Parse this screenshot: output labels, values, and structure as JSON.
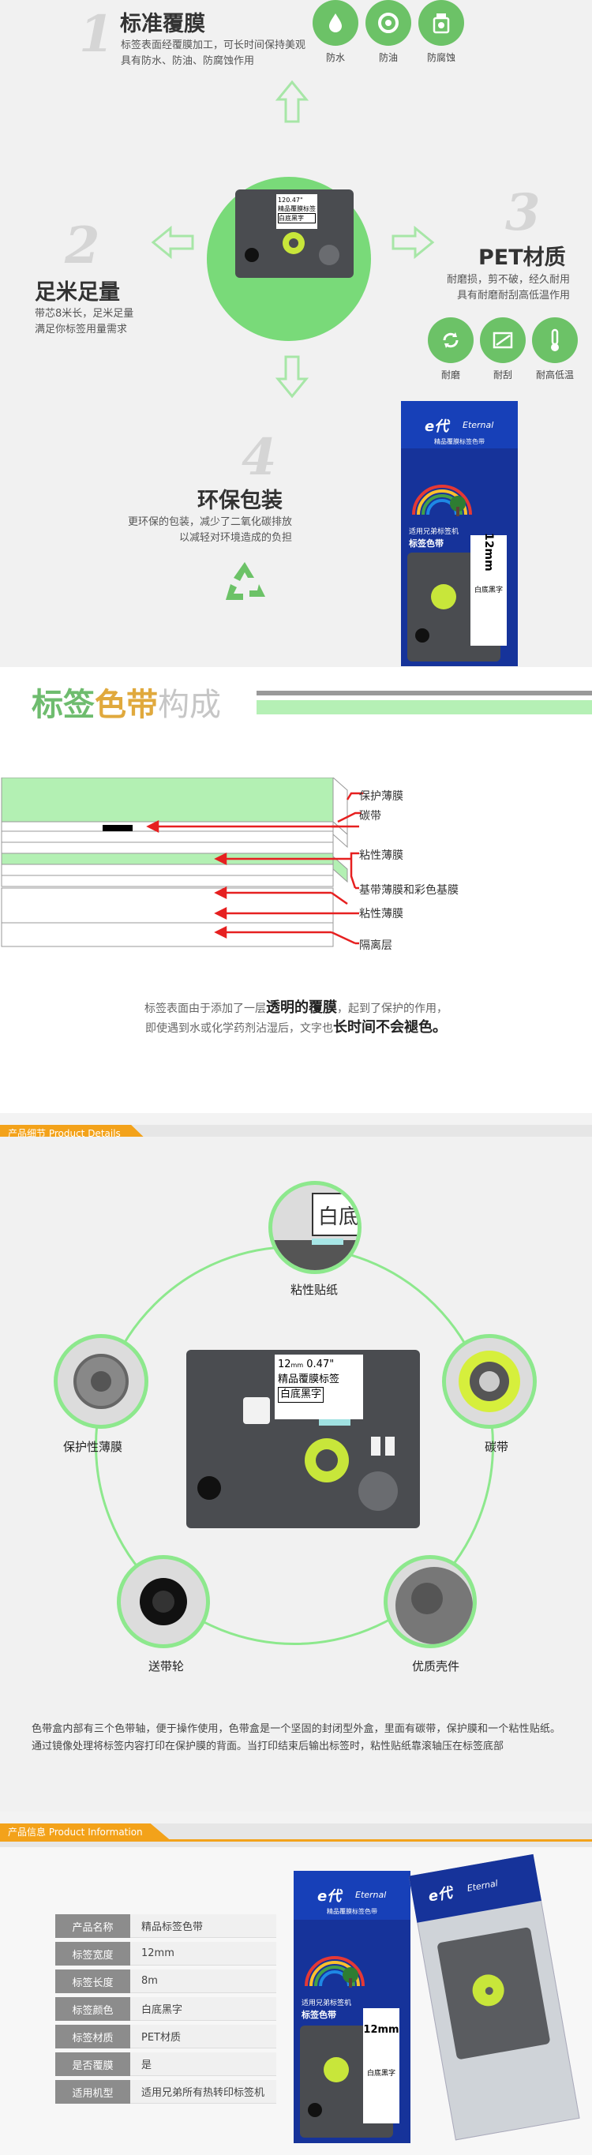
{
  "features": {
    "f1": {
      "num": "1",
      "title": "标准覆膜",
      "desc": [
        "标签表面经覆膜加工，可长时间保持美观",
        "具有防水、防油、防腐蚀作用"
      ]
    },
    "f2": {
      "num": "2",
      "title": "足米足量",
      "desc": [
        "带芯8米长，足米足量",
        "满足你标签用量需求"
      ]
    },
    "f3": {
      "num": "3",
      "title": "PET材质",
      "desc": [
        "耐磨损，剪不破，经久耐用",
        "具有耐磨耐刮高低温作用"
      ]
    },
    "f4": {
      "num": "4",
      "title": "环保包装",
      "desc": [
        "更环保的包装，减少了二氧化碳排放",
        "以减轻对环境造成的负担"
      ]
    }
  },
  "badges_top": [
    "防水",
    "防油",
    "防腐蚀"
  ],
  "badges_right": [
    "耐磨",
    "耐刮",
    "耐高低温"
  ],
  "cassette": {
    "size": "12",
    "size_unit": "mm",
    "inch": "0.47\"",
    "line2": "精品覆膜标签",
    "line3": "白底黑字"
  },
  "package": {
    "brand": "e代",
    "brand_script": "Eternal",
    "tagline": "精品覆膜标签色带",
    "compat": "适用兄弟标签机",
    "kind": "标签色带",
    "size": "12mm",
    "line3": "白底黑字"
  },
  "layers": {
    "title_part1": "标签",
    "title_part2": "色带",
    "title_part3": "构成",
    "labels": [
      "保护薄膜",
      "碳带",
      "粘性薄膜",
      "基带薄膜和彩色基膜",
      "粘性薄膜",
      "隔离层"
    ],
    "text_line1_a": "标签表面由于添加了一层",
    "text_line1_b": "透明的覆膜",
    "text_line1_c": "，起到了保护的作用，",
    "text_line2_a": "即使遇到水或化学药剂沾湿后，文字也",
    "text_line2_b": "长时间不会褪色。"
  },
  "details": {
    "header": "产品细节 Product Details",
    "labels": {
      "top": "粘性贴纸",
      "left": "保护性薄膜",
      "right": "碳带",
      "bottom_left": "送带轮",
      "bottom_right": "优质壳件"
    },
    "top_sample": "白底",
    "paragraph": "色带盒内部有三个色带轴，便于操作使用，色带盒是一个坚固的封闭型外盒，里面有碳带，保护膜和一个粘性贴纸。通过镜像处理将标签内容打印在保护膜的背面。当打印结束后输出标签时，粘性贴纸靠滚轴压在标签底部"
  },
  "info": {
    "header": "产品信息 Product Information",
    "rows": [
      {
        "k": "产品名称",
        "v": "精品标签色带"
      },
      {
        "k": "标签宽度",
        "v": "12mm"
      },
      {
        "k": "标签长度",
        "v": "8m"
      },
      {
        "k": "标签颜色",
        "v": "白底黑字"
      },
      {
        "k": "标签材质",
        "v": "PET材质"
      },
      {
        "k": "是否覆膜",
        "v": "是"
      },
      {
        "k": "适用机型",
        "v": "适用兄弟所有热转印标签机"
      }
    ]
  },
  "colors": {
    "green": "#6cc267",
    "light_green": "#79da79",
    "orange": "#f3a21a",
    "red": "#e62020",
    "navy": "#16339a"
  }
}
